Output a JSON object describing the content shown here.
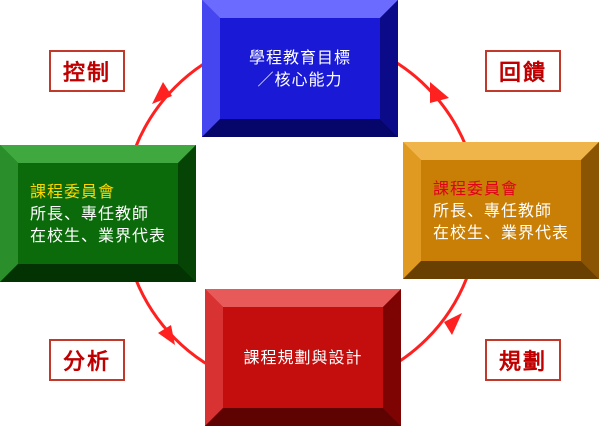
{
  "boxes": {
    "goal": {
      "lines": [
        "學程教育目標",
        "／核心能力"
      ],
      "color": "#1a1ad6"
    },
    "committee_left": {
      "title": "課程委員會",
      "lines": [
        "所長、專任教師",
        "在校生、業界代表"
      ],
      "color": "#0b6b0b"
    },
    "committee_right": {
      "title": "課程委員會",
      "lines": [
        "所長、專任教師",
        "在校生、業界代表"
      ],
      "color": "#c97f06"
    },
    "design": {
      "lines": [
        "課程規劃與設計"
      ],
      "color": "#c40d0d"
    }
  },
  "phases": {
    "control": "控制",
    "feedback": "回饋",
    "analysis": "分析",
    "planning": "規劃"
  },
  "colors": {
    "cycle": "#ff2020",
    "label_border": "#c0392b",
    "label_text": "#c00000"
  }
}
